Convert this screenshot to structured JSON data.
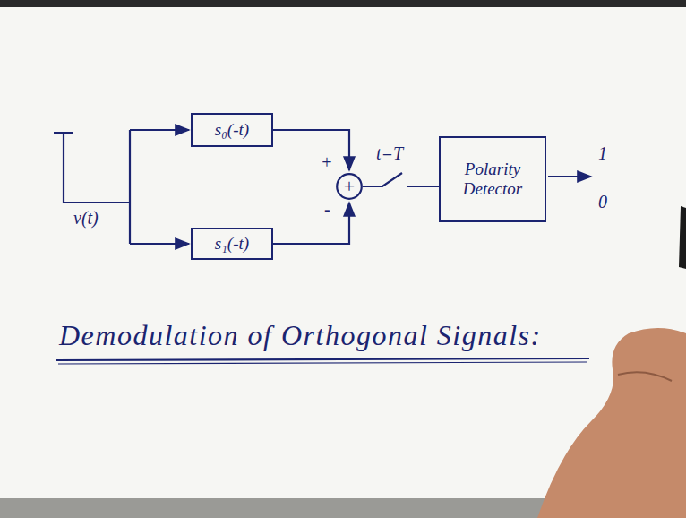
{
  "diagram": {
    "title": "Demodulation of Orthogonal Signals:",
    "nodes": [
      {
        "text": [
          "s₀(-t)"
        ]
      },
      {
        "text": [
          "s₁(-t)"
        ]
      },
      {
        "text": [
          "+"
        ]
      },
      {
        "text": [
          "Polarity Detector"
        ]
      }
    ],
    "edges": [
      {
        "from": 0,
        "to": 2,
        "arrow": "to"
      },
      {
        "from": 1,
        "to": 2,
        "arrow": "to"
      },
      {
        "from": 2,
        "to": 3,
        "arrow": "none"
      }
    ],
    "labels": [
      "v(t)",
      "+",
      "-",
      "t=T",
      "1",
      "0"
    ]
  }
}
